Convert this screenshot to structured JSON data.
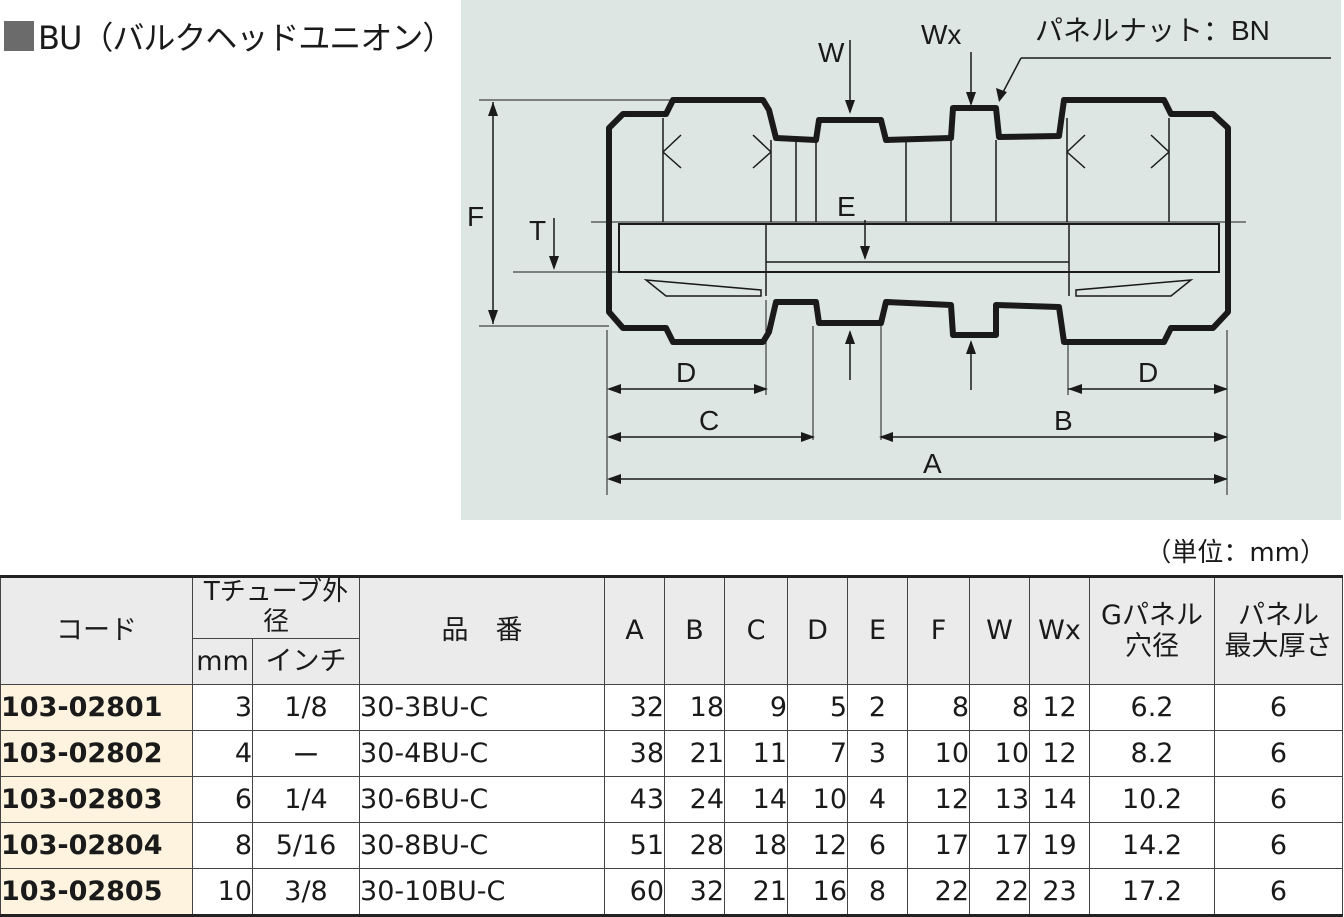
{
  "heading": {
    "icon": "gray-square-icon",
    "title": "BU（バルクヘッドユニオン）"
  },
  "diagram": {
    "labels": {
      "w": "W",
      "wx": "Wx",
      "panel_nut": "パネルナット：BN",
      "f": "F",
      "t": "T",
      "e": "E",
      "d_left": "D",
      "d_right": "D",
      "c": "C",
      "b": "B",
      "a": "A"
    },
    "colors": {
      "background": "#dde6e2",
      "outline": "#1a1a1a"
    }
  },
  "unit_note": "（単位：mm）",
  "table": {
    "headers": {
      "code": "コード",
      "tube_od": "Tチューブ外径",
      "mm": "mm",
      "inch": "インチ",
      "part_no": "品　番",
      "a": "A",
      "b": "B",
      "c": "C",
      "d": "D",
      "e": "E",
      "f": "F",
      "w": "W",
      "wx": "Wx",
      "g_panel_line1": "Gパネル",
      "g_panel_line2": "穴径",
      "panel_max_line1": "パネル",
      "panel_max_line2": "最大厚さ"
    },
    "rows": [
      {
        "code": "103-02801",
        "mm": "3",
        "inch": "1/8",
        "part": "30-3BU-C",
        "a": "32",
        "b": "18",
        "c": "9",
        "d": "5",
        "e": "2",
        "f": "8",
        "w": "8",
        "wx": "12",
        "g": "6.2",
        "t": "6"
      },
      {
        "code": "103-02802",
        "mm": "4",
        "inch": "ー",
        "part": "30-4BU-C",
        "a": "38",
        "b": "21",
        "c": "11",
        "d": "7",
        "e": "3",
        "f": "10",
        "w": "10",
        "wx": "12",
        "g": "8.2",
        "t": "6"
      },
      {
        "code": "103-02803",
        "mm": "6",
        "inch": "1/4",
        "part": "30-6BU-C",
        "a": "43",
        "b": "24",
        "c": "14",
        "d": "10",
        "e": "4",
        "f": "12",
        "w": "13",
        "wx": "14",
        "g": "10.2",
        "t": "6"
      },
      {
        "code": "103-02804",
        "mm": "8",
        "inch": "5/16",
        "part": "30-8BU-C",
        "a": "51",
        "b": "28",
        "c": "18",
        "d": "12",
        "e": "6",
        "f": "17",
        "w": "17",
        "wx": "19",
        "g": "14.2",
        "t": "6"
      },
      {
        "code": "103-02805",
        "mm": "10",
        "inch": "3/8",
        "part": "30-10BU-C",
        "a": "60",
        "b": "32",
        "c": "21",
        "d": "16",
        "e": "8",
        "f": "22",
        "w": "22",
        "wx": "23",
        "g": "17.2",
        "t": "6"
      }
    ]
  }
}
